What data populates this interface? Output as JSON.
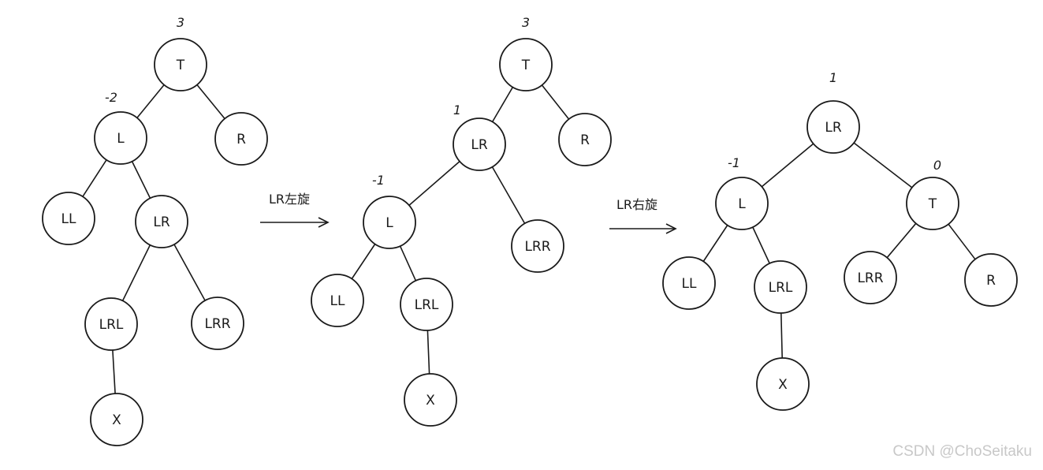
{
  "trees": [
    {
      "name": "before",
      "nodes": [
        {
          "id": "T",
          "label": "T",
          "balance": "3"
        },
        {
          "id": "L",
          "label": "L",
          "balance": "-2"
        },
        {
          "id": "R",
          "label": "R",
          "balance": ""
        },
        {
          "id": "LL",
          "label": "LL",
          "balance": ""
        },
        {
          "id": "LR",
          "label": "LR",
          "balance": ""
        },
        {
          "id": "LRL",
          "label": "LRL",
          "balance": ""
        },
        {
          "id": "LRR",
          "label": "LRR",
          "balance": ""
        },
        {
          "id": "X",
          "label": "X",
          "balance": ""
        }
      ],
      "edges": [
        [
          "T",
          "L"
        ],
        [
          "T",
          "R"
        ],
        [
          "L",
          "LL"
        ],
        [
          "L",
          "LR"
        ],
        [
          "LR",
          "LRL"
        ],
        [
          "LR",
          "LRR"
        ],
        [
          "LRL",
          "X"
        ]
      ]
    },
    {
      "name": "after-left-rotation",
      "nodes": [
        {
          "id": "T",
          "label": "T",
          "balance": "3"
        },
        {
          "id": "LR",
          "label": "LR",
          "balance": "1"
        },
        {
          "id": "R",
          "label": "R",
          "balance": ""
        },
        {
          "id": "L",
          "label": "L",
          "balance": "-1"
        },
        {
          "id": "LRR",
          "label": "LRR",
          "balance": ""
        },
        {
          "id": "LL",
          "label": "LL",
          "balance": ""
        },
        {
          "id": "LRL",
          "label": "LRL",
          "balance": ""
        },
        {
          "id": "X",
          "label": "X",
          "balance": ""
        }
      ],
      "edges": [
        [
          "T",
          "LR"
        ],
        [
          "T",
          "R"
        ],
        [
          "LR",
          "L"
        ],
        [
          "LR",
          "LRR"
        ],
        [
          "L",
          "LL"
        ],
        [
          "L",
          "LRL"
        ],
        [
          "LRL",
          "X"
        ]
      ]
    },
    {
      "name": "after-right-rotation",
      "nodes": [
        {
          "id": "LR",
          "label": "LR",
          "balance": "1"
        },
        {
          "id": "L",
          "label": "L",
          "balance": "-1"
        },
        {
          "id": "T",
          "label": "T",
          "balance": "0"
        },
        {
          "id": "LL",
          "label": "LL",
          "balance": ""
        },
        {
          "id": "LRL",
          "label": "LRL",
          "balance": ""
        },
        {
          "id": "LRR",
          "label": "LRR",
          "balance": ""
        },
        {
          "id": "R",
          "label": "R",
          "balance": ""
        },
        {
          "id": "X",
          "label": "X",
          "balance": ""
        }
      ],
      "edges": [
        [
          "LR",
          "L"
        ],
        [
          "LR",
          "T"
        ],
        [
          "L",
          "LL"
        ],
        [
          "L",
          "LRL"
        ],
        [
          "T",
          "LRR"
        ],
        [
          "T",
          "R"
        ],
        [
          "LRL",
          "X"
        ]
      ]
    }
  ],
  "arrows": [
    {
      "label": "LR左旋"
    },
    {
      "label": "LR右旋"
    }
  ],
  "watermark": "CSDN @ChoSeitaku"
}
